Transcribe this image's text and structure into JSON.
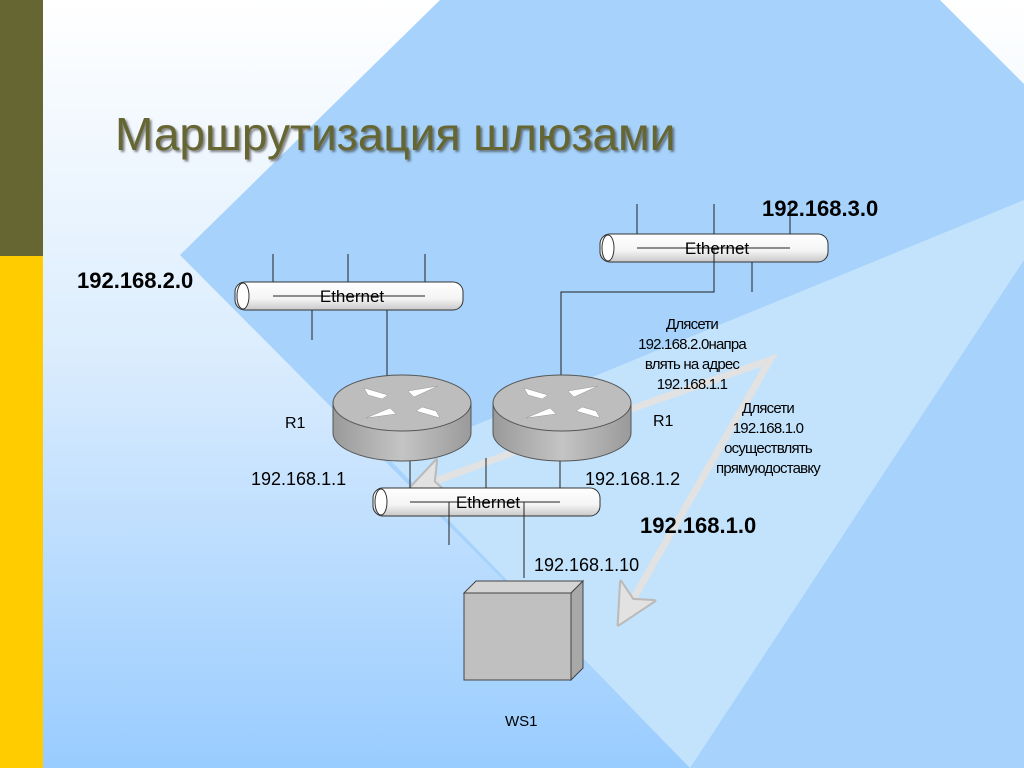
{
  "slide": {
    "title": "Маршрутизация шлюзами",
    "colors": {
      "olive": "#666633",
      "yellow": "#ffcc00",
      "sky": "#a6d2fb"
    }
  },
  "diagram": {
    "networks": {
      "net2": "192.168.2.0",
      "net3": "192.168.3.0",
      "net1": "192.168.1.0"
    },
    "cables": [
      "Ethernet",
      "Ethernet",
      "Ethernet"
    ],
    "routers": [
      {
        "label": "R1",
        "ip": "192.168.1.1"
      },
      {
        "label": "R1",
        "ip": "192.168.1.2"
      }
    ],
    "workstation": {
      "label": "WS1",
      "ip": "192.168.1.10"
    },
    "note_gateway": [
      "Длясети",
      "192.168.2.0напра",
      "влять на адрес",
      "192.168.1.1"
    ],
    "note_direct": [
      "Длясети",
      "192.168.1.0",
      "осуществлять",
      "прямуюдоставку"
    ]
  }
}
